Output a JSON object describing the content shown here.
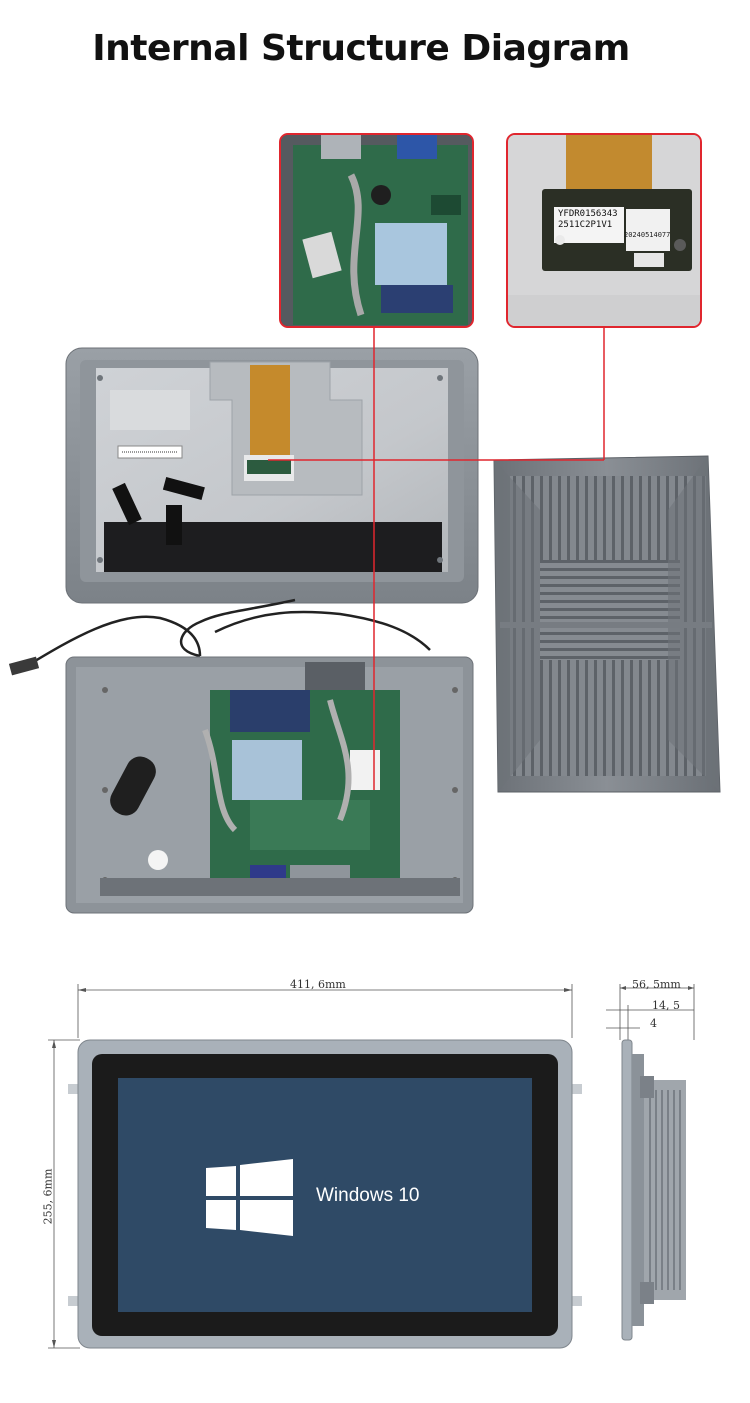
{
  "title": "Internal Structure Diagram",
  "ssd_labels": {
    "line1": "YFDR0156343",
    "line2": "2511C2P1V1",
    "line3": "20240514077"
  },
  "dimensions": {
    "width": "411, 6mm",
    "height": "255, 6mm",
    "depth": "56, 5mm",
    "depth_b": "14, 5",
    "depth_c": "4"
  },
  "screen": {
    "os_label": "Windows 10"
  },
  "colors": {
    "accent": "#e0262e",
    "screen_blue": "#2f4a66",
    "bezel": "#1b1b1b",
    "frame": "#a9b1b9",
    "pcb": "#2f6b4a"
  }
}
